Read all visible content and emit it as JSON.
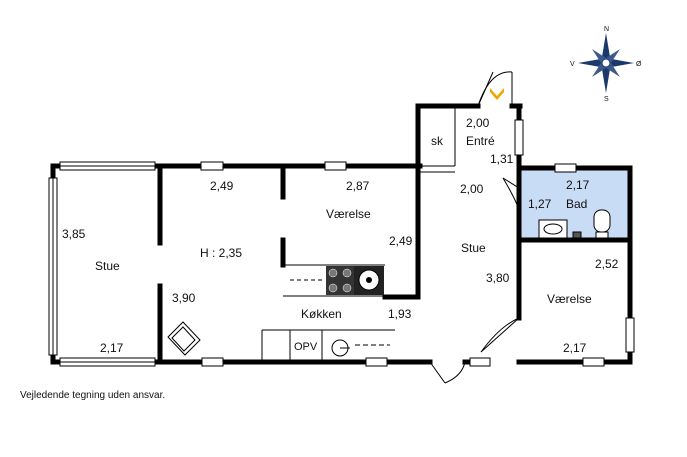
{
  "rooms": {
    "stue_left": "Stue",
    "stue_right": "Stue",
    "vaerelse_top": "Værelse",
    "vaerelse_right": "Værelse",
    "koekken": "Køkken",
    "entre": "Entré",
    "bad": "Bad",
    "skab": "sk"
  },
  "dimensions": {
    "d1": "3,85",
    "d2": "2,17",
    "d3": "2,49",
    "d4": "H : 2,35",
    "d5": "3,90",
    "d6": "2,87",
    "d7": "2,49",
    "d8": "1,93",
    "d9": "2,00",
    "d10": "1,31",
    "d11": "2,00",
    "d12": "3,80",
    "d13": "2,17",
    "d14": "1,27",
    "d15": "2,52",
    "d16": "2,17"
  },
  "fixtures": {
    "opv": "OPV"
  },
  "compass": {
    "n": "N",
    "s": "S",
    "v": "V",
    "o": "Ø"
  },
  "colors": {
    "wall": "#000000",
    "bathroom_fill": "#c9dcf5",
    "entry_arrow": "#f0a500"
  },
  "disclaimer": "Vejledende tegning uden ansvar."
}
